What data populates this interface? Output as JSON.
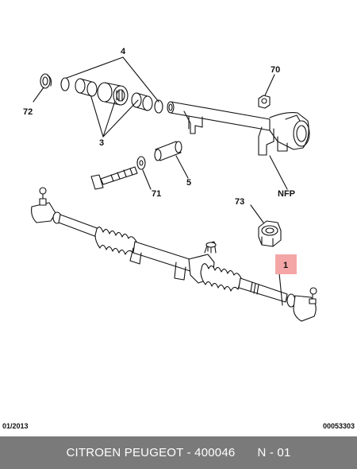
{
  "diagram": {
    "labels": {
      "part_4": "4",
      "part_70": "70",
      "part_72": "72",
      "part_3": "3",
      "part_71": "71",
      "part_5": "5",
      "part_nfp": "NFP",
      "part_73": "73",
      "part_1": "1"
    },
    "highlight_color": "#f4a6a6"
  },
  "footer": {
    "date": "01/2013",
    "ref": "00053303"
  },
  "title_bar": {
    "text": "CITROEN PEUGEOT - 400046",
    "page": "N - 01"
  }
}
